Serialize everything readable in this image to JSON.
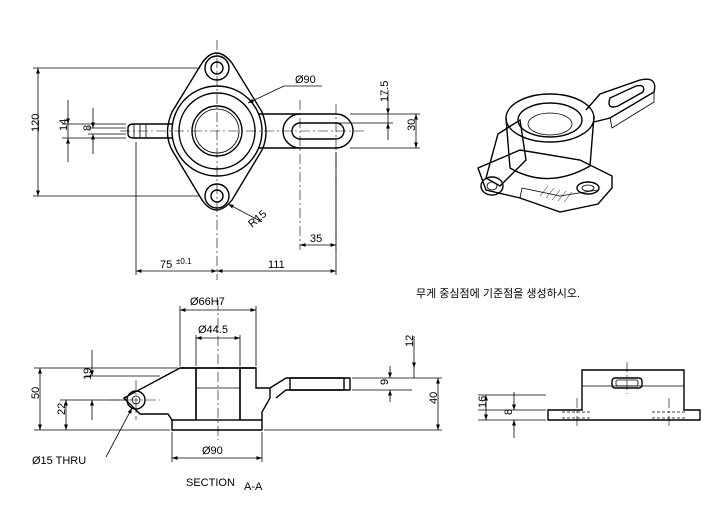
{
  "dimensions": {
    "d90_top": "Ø90",
    "r15": "R15",
    "h120": "120",
    "h14": "14",
    "h8_top": "8",
    "v17_5": "17.5",
    "v30": "30",
    "w35": "35",
    "w75": "75",
    "tol75": "±0.1",
    "w111": "111",
    "d66h7": "Ø66H7",
    "d44_5": "Ø44.5",
    "v12": "12",
    "v9": "9",
    "v40": "40",
    "h50": "50",
    "h19": "19",
    "h22": "22",
    "d90_section": "Ø90",
    "d15_thru": "Ø15 THRU",
    "h16": "16",
    "h8_right": "8"
  },
  "labels": {
    "section_word": "SECTION",
    "section_id": "A-A"
  },
  "note": {
    "text": "무게 중심점에 기준점을 생성하시오."
  }
}
